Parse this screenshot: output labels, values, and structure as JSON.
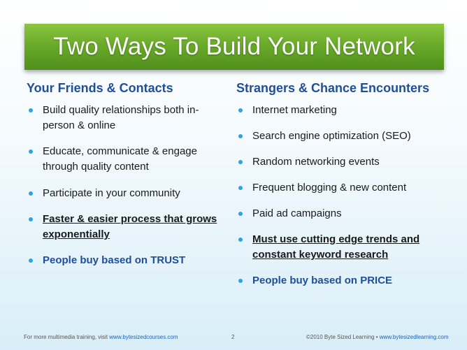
{
  "title": "Two Ways To Build Your Network",
  "left": {
    "heading": "Your Friends & Contacts",
    "items": [
      "Build quality relationships both in-person & online",
      "Educate, communicate & engage through quality content",
      "Participate in your community",
      "Faster & easier process that grows exponentially",
      "People buy based on TRUST"
    ]
  },
  "right": {
    "heading": "Strangers & Chance Encounters",
    "items": [
      "Internet marketing",
      "Search engine optimization (SEO)",
      "Random networking events",
      "Frequent blogging & new content",
      "Paid ad campaigns",
      "Must use cutting edge trends and constant keyword research",
      "People buy based on PRICE"
    ]
  },
  "footer": {
    "left_text": "For more multimedia training, visit ",
    "left_link": "www.bytesizedcourses.com",
    "page_number": "2",
    "right_text": "©2010 Byte Sized Learning • ",
    "right_link": "www.bytesizedlearning.com"
  },
  "colors": {
    "title_green": "#6aab2a",
    "heading_blue": "#1f4e9a",
    "bullet_blue": "#2ea3dd"
  }
}
